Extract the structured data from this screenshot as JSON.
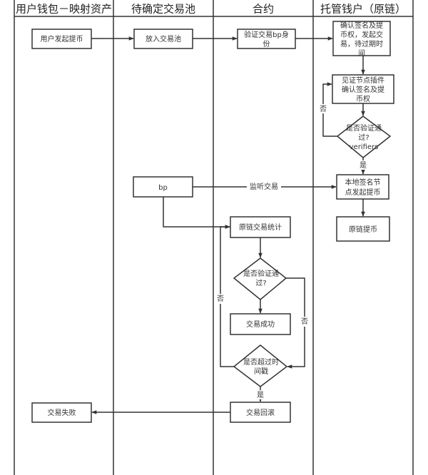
{
  "diagram": {
    "type": "swimlane-flowchart",
    "lanes": [
      {
        "id": "wallet",
        "title": "用户钱包－映射资产"
      },
      {
        "id": "pool",
        "title": "待确定交易池"
      },
      {
        "id": "contract",
        "title": "合约"
      },
      {
        "id": "custody",
        "title": "托管钱户（原链）"
      }
    ],
    "nodes": {
      "initiate": {
        "lane": "wallet",
        "shape": "rect",
        "lines": [
          "用户发起提币"
        ]
      },
      "enter_pool": {
        "lane": "pool",
        "shape": "rect",
        "lines": [
          "放入交易池"
        ]
      },
      "verify_bp": {
        "lane": "contract",
        "shape": "rect",
        "lines": [
          "验证交易bp身",
          "份"
        ]
      },
      "confirm_sign": {
        "lane": "custody",
        "shape": "rect",
        "lines": [
          "确认签名及提",
          "币权，发起交",
          "易，待过期时",
          "间"
        ]
      },
      "witness": {
        "lane": "custody",
        "shape": "rect",
        "lines": [
          "见证节点插件",
          "确认签名及提",
          "币权"
        ]
      },
      "check_verifiers": {
        "lane": "custody",
        "shape": "diamond",
        "lines": [
          "是否验证通",
          "过?",
          "verifiers"
        ]
      },
      "bp": {
        "lane": "pool",
        "shape": "rect",
        "lines": [
          "bp"
        ]
      },
      "local_sign": {
        "lane": "custody",
        "shape": "rect",
        "lines": [
          "本地签名节",
          "点发起提币"
        ]
      },
      "chain_withdraw": {
        "lane": "custody",
        "shape": "rect",
        "lines": [
          "原链提币"
        ]
      },
      "tx_stats": {
        "lane": "contract",
        "shape": "rect",
        "lines": [
          "原链交易统计"
        ]
      },
      "check_pass": {
        "lane": "contract",
        "shape": "diamond",
        "lines": [
          "是否验证通",
          "过?"
        ]
      },
      "tx_success": {
        "lane": "contract",
        "shape": "rect",
        "lines": [
          "交易成功"
        ]
      },
      "check_timeout": {
        "lane": "contract",
        "shape": "diamond",
        "lines": [
          "是否超过时",
          "间戳"
        ]
      },
      "tx_rollback": {
        "lane": "contract",
        "shape": "rect",
        "lines": [
          "交易回滚"
        ]
      },
      "tx_fail": {
        "lane": "wallet",
        "shape": "rect",
        "lines": [
          "交易失败"
        ]
      }
    },
    "edges": [
      {
        "from": "initiate",
        "to": "enter_pool",
        "label": ""
      },
      {
        "from": "enter_pool",
        "to": "verify_bp",
        "label": ""
      },
      {
        "from": "verify_bp",
        "to": "confirm_sign",
        "label": ""
      },
      {
        "from": "confirm_sign",
        "to": "witness",
        "label": ""
      },
      {
        "from": "witness",
        "to": "check_verifiers",
        "label": ""
      },
      {
        "from": "check_verifiers",
        "to": "witness",
        "label": "否"
      },
      {
        "from": "check_verifiers",
        "to": "local_sign",
        "label": "是"
      },
      {
        "from": "bp",
        "to": "local_sign",
        "label": "监听交易"
      },
      {
        "from": "local_sign",
        "to": "chain_withdraw",
        "label": ""
      },
      {
        "from": "bp",
        "to": "tx_stats",
        "label": ""
      },
      {
        "from": "tx_stats",
        "to": "check_pass",
        "label": ""
      },
      {
        "from": "check_pass",
        "to": "tx_success",
        "label": ""
      },
      {
        "from": "check_pass",
        "to": "check_timeout",
        "label": "否"
      },
      {
        "from": "check_timeout",
        "to": "tx_stats",
        "label": "否"
      },
      {
        "from": "check_timeout",
        "to": "tx_rollback",
        "label": "是"
      },
      {
        "from": "tx_rollback",
        "to": "tx_fail",
        "label": ""
      }
    ]
  }
}
